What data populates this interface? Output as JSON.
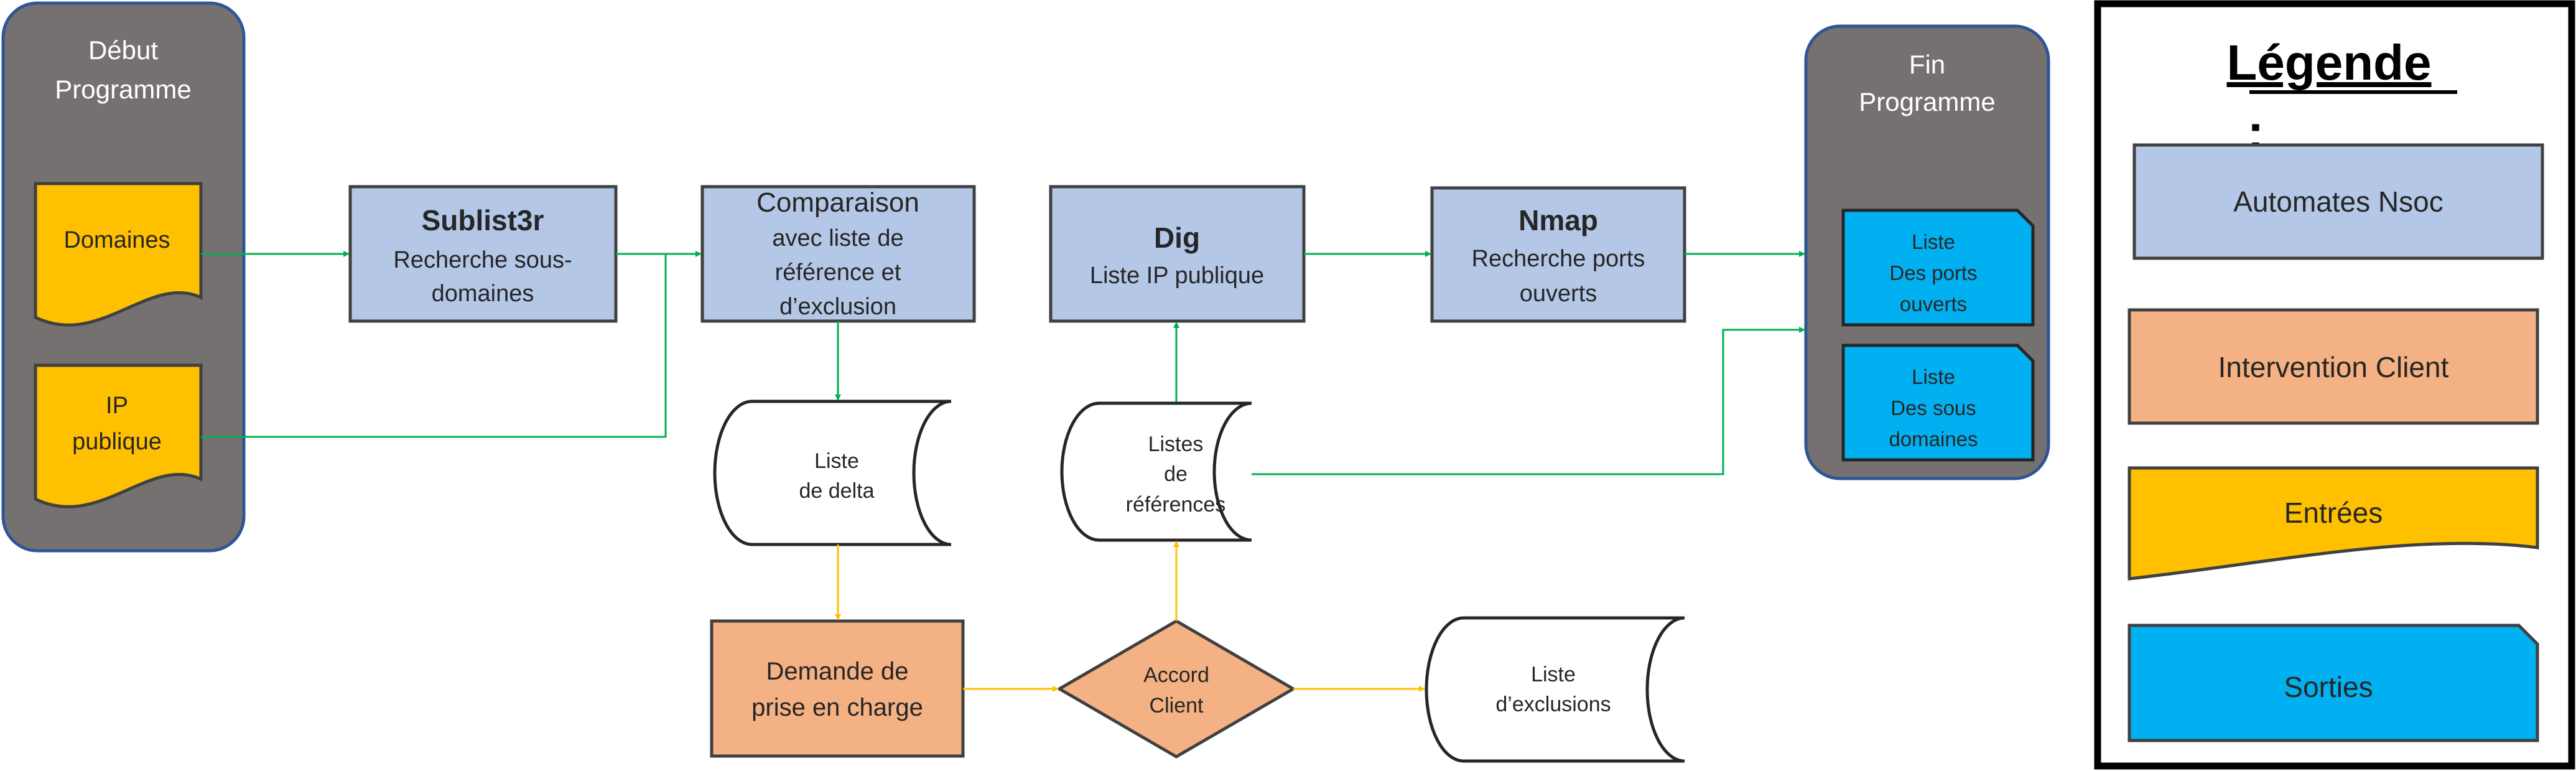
{
  "colors": {
    "automate": "#B4C7E7",
    "client": "#F4B183",
    "entree": "#FFC000",
    "sortie": "#00B0F0",
    "terminal": "#767171",
    "terminal_border": "#2F5597",
    "green_arrow": "#00B050",
    "yellow_arrow": "#FFC000"
  },
  "start": {
    "line1": "Début",
    "line2": "Programme"
  },
  "end": {
    "line1": "Fin",
    "line2": "Programme"
  },
  "inputs": {
    "domaines": "Domaines",
    "ip_line1": "IP",
    "ip_line2": "publique"
  },
  "steps": {
    "sublist3r": {
      "title": "Sublist3r",
      "line1": "Recherche sous-",
      "line2": "domaines"
    },
    "comparaison": {
      "title": "Comparaison",
      "line1": "avec liste de",
      "line2": "référence et",
      "line3": "d’exclusion"
    },
    "dig": {
      "title": "Dig",
      "line1": "Liste IP publique"
    },
    "nmap": {
      "title": "Nmap",
      "line1": "Recherche ports",
      "line2": "ouverts"
    }
  },
  "storage": {
    "delta": {
      "line1": "Liste",
      "line2": "de delta"
    },
    "references": {
      "line1": "Listes",
      "line2": "de",
      "line3": "références"
    },
    "exclusions": {
      "line1": "Liste",
      "line2": "d’exclusions"
    }
  },
  "client": {
    "demande_line1": "Demande de",
    "demande_line2": "prise en charge",
    "accord_line1": "Accord",
    "accord_line2": "Client"
  },
  "outputs": {
    "ports": {
      "line1": "Liste",
      "line2": "Des ports",
      "line3": "ouverts"
    },
    "sous_domaines": {
      "line1": "Liste",
      "line2": "Des sous",
      "line3": "domaines"
    }
  },
  "legend": {
    "title": "Légende",
    "colon": ":",
    "automates": "Automates Nsoc",
    "client": "Intervention Client",
    "entrees": "Entrées",
    "sorties": "Sorties"
  }
}
